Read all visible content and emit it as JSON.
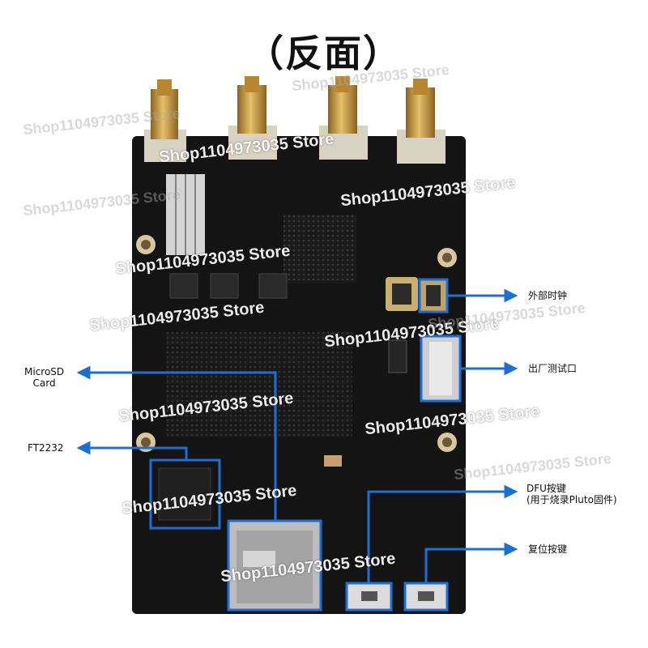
{
  "title": "（反面）",
  "labels": {
    "external_clock": "外部时钟",
    "factory_test_port": "出厂测试口",
    "microsd_line1": "MicroSD",
    "microsd_line2": "Card",
    "ft2232": "FT2232",
    "dfu_line1": "DFU按键",
    "dfu_line2": "(用于烧录Pluto固件)",
    "reset_button": "复位按键"
  },
  "watermark": "Shop1104973035 Store",
  "colors": {
    "board": "#141414",
    "highlight": "#1d6fd8",
    "connector_gold": "#c99a3a"
  }
}
